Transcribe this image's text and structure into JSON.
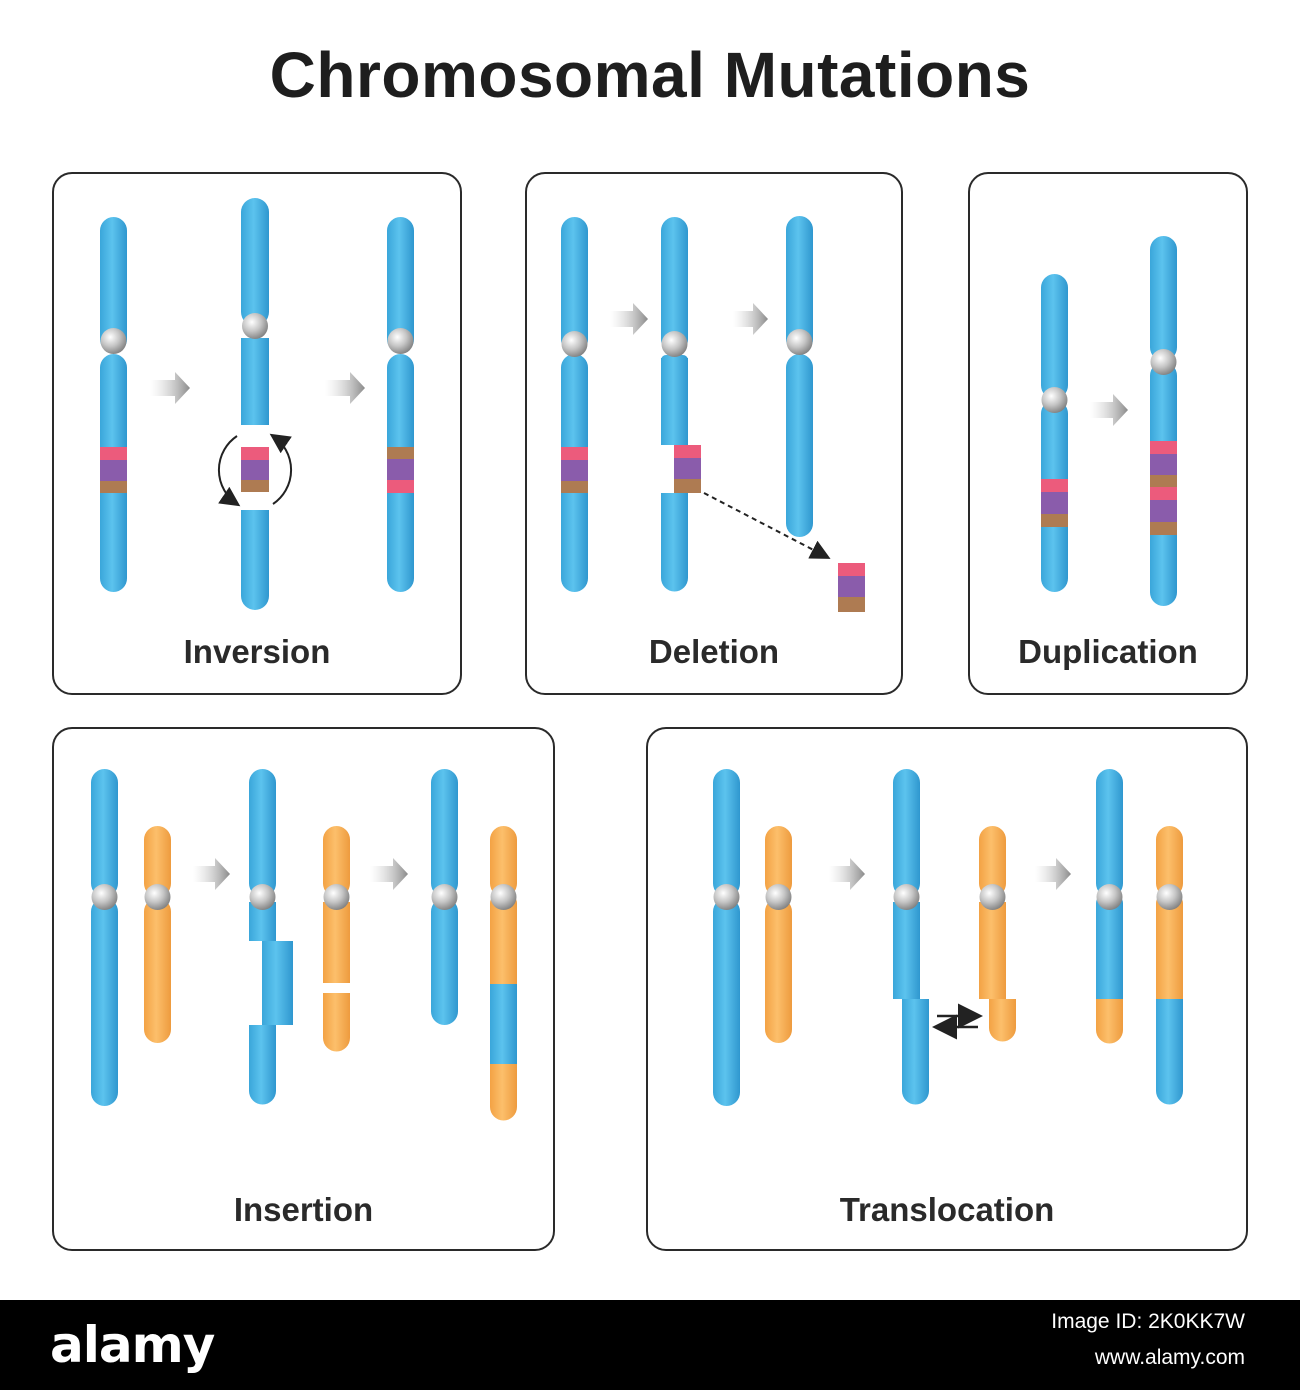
{
  "title": "Chromosomal Mutations",
  "panels": {
    "inversion": "Inversion",
    "deletion": "Deletion",
    "duplication": "Duplication",
    "insertion": "Insertion",
    "translocation": "Translocation"
  },
  "colors": {
    "chromosome_blue": "#45b3e3",
    "chromosome_orange": "#f8ad52",
    "centromere": "#b9b9b9",
    "band_pink": "#ec5b7c",
    "band_purple": "#8a5cab",
    "band_brown": "#ae7b52",
    "arrow_gray": "#8a8a8a"
  },
  "footer": {
    "brand": "alamy",
    "image_id": "Image ID: 2K0KK7W",
    "site": "www.alamy.com"
  }
}
